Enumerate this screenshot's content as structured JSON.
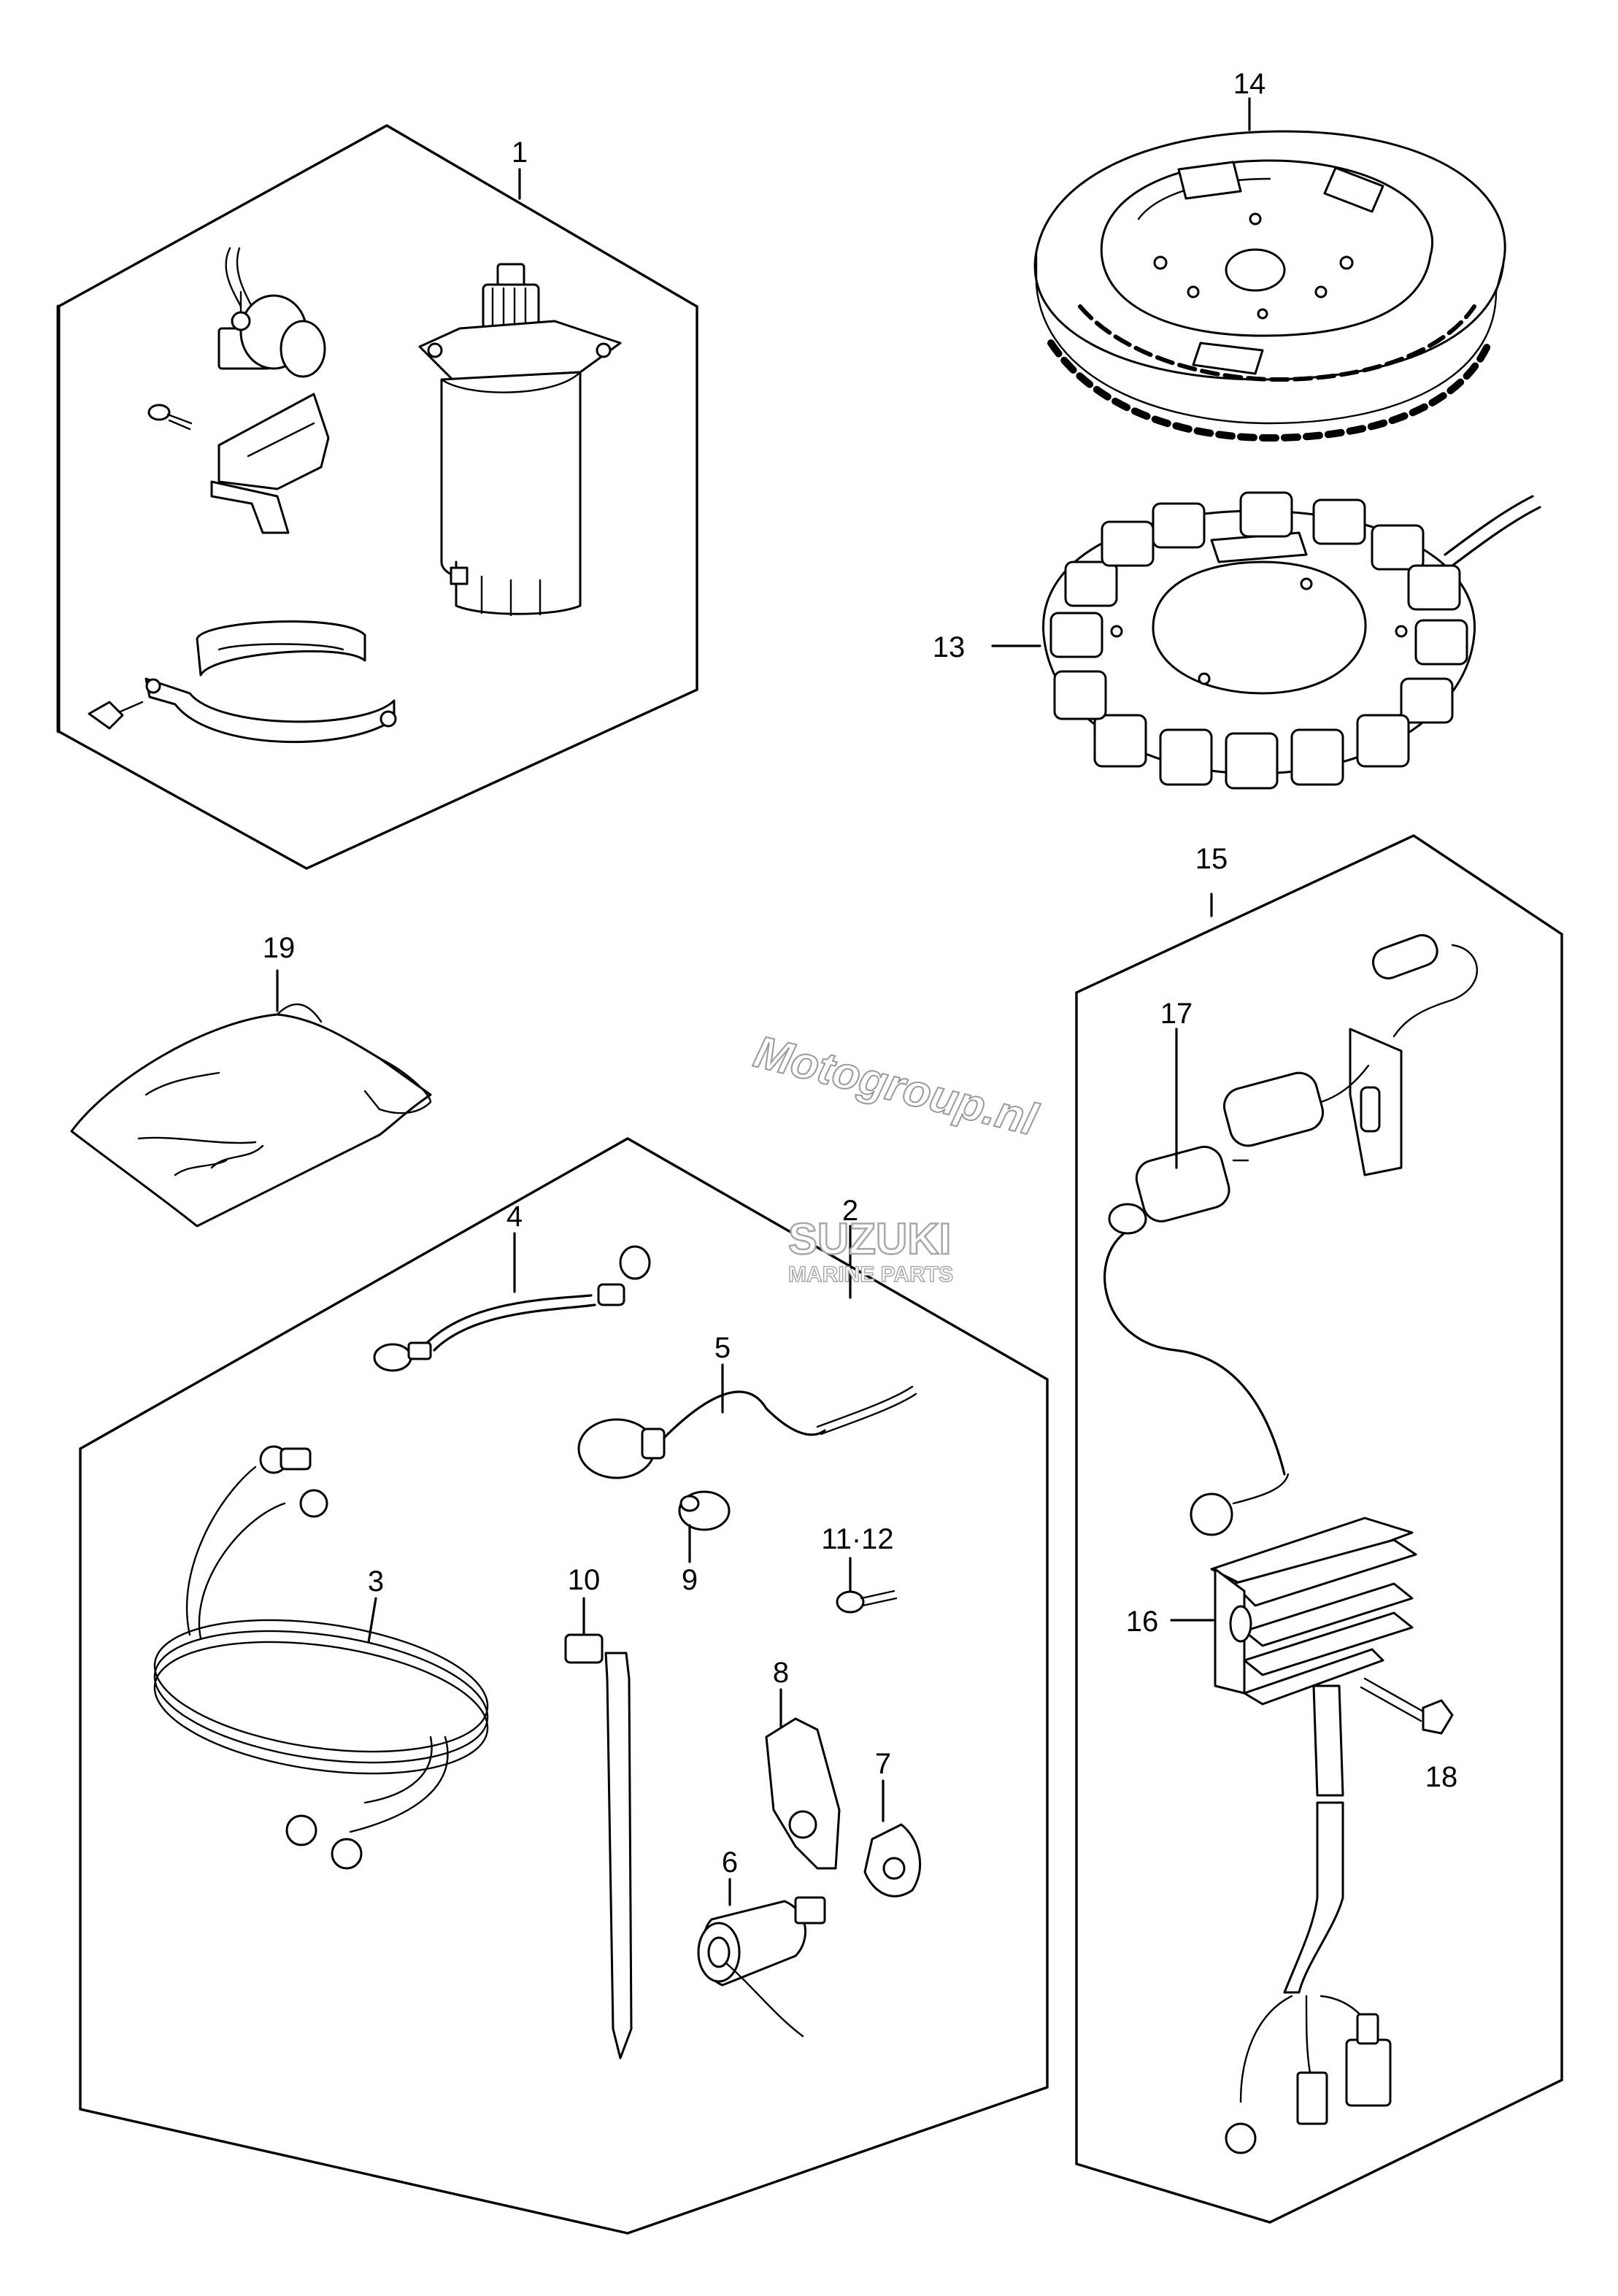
{
  "diagram": {
    "callouts": {
      "c1": "1",
      "c2": "2",
      "c3": "3",
      "c4": "4",
      "c5": "5",
      "c6": "6",
      "c7": "7",
      "c8": "8",
      "c9": "9",
      "c10": "10",
      "c11_12": "11·12",
      "c13": "13",
      "c14": "14",
      "c15": "15",
      "c16": "16",
      "c17": "17",
      "c18": "18",
      "c19": "19"
    },
    "watermarks": {
      "motogroup": "Motogroup.nl",
      "brand": "SUZUKI",
      "brand_sub": "MARINE PARTS"
    }
  }
}
